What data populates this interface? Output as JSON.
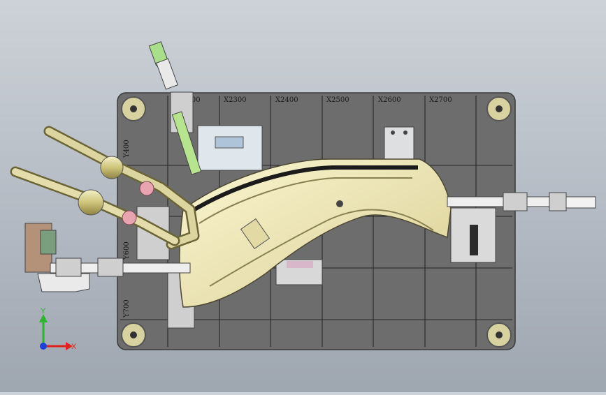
{
  "viewport": {
    "grid_labels_x": [
      "X2300",
      "X2400",
      "X2500",
      "X2600",
      "X2700"
    ],
    "grid_labels_y": [
      "Y400",
      "Y600",
      "Y700"
    ],
    "partial_label_x": "X2200",
    "triad": {
      "x": "X",
      "y": "Y",
      "x_color": "#e0231c",
      "y_color": "#2db52d",
      "z_color": "#1e3fd8"
    }
  }
}
